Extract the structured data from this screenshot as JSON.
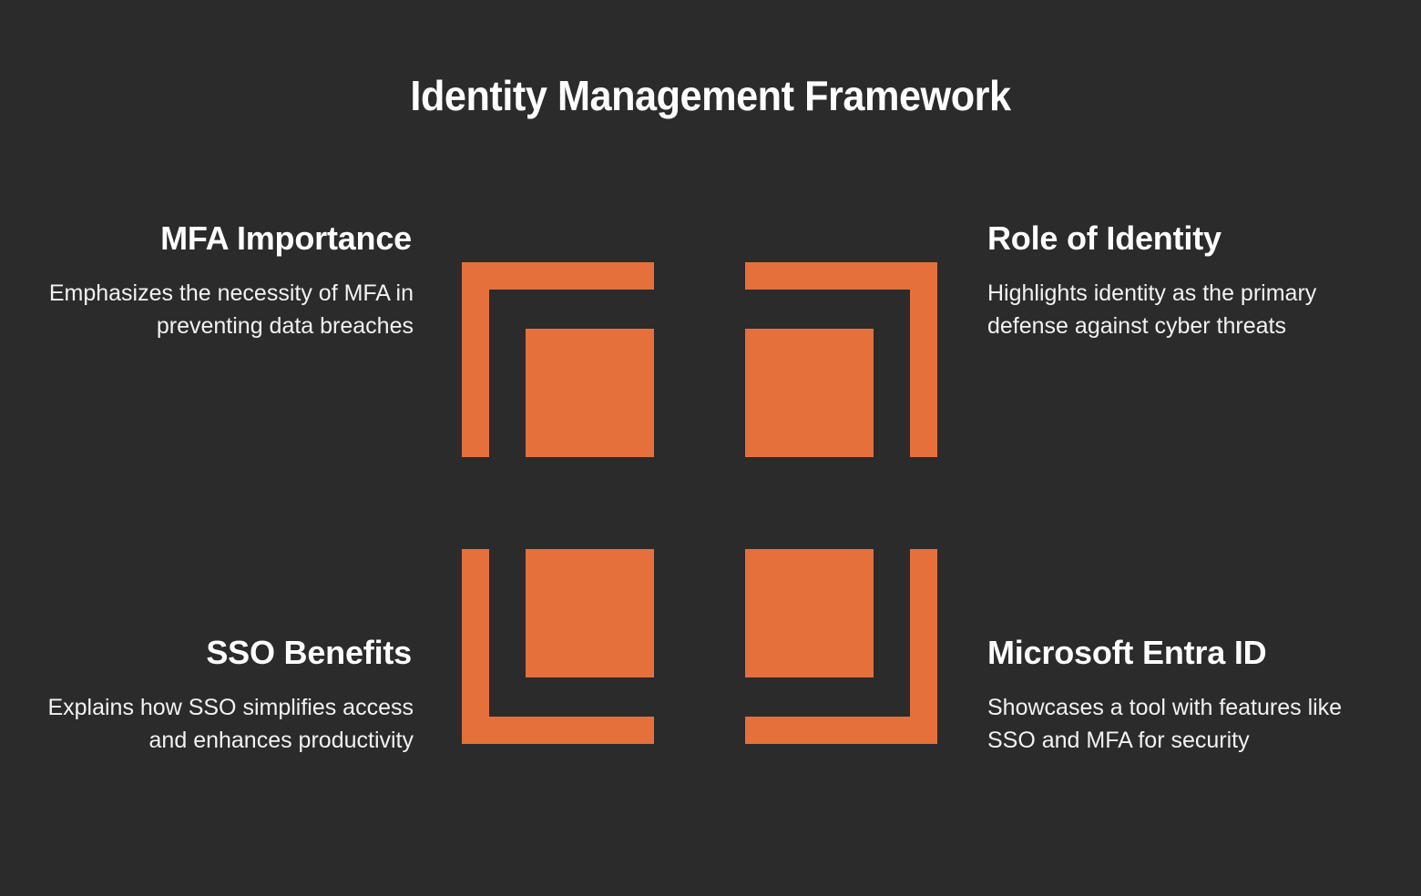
{
  "slide": {
    "title": "Identity Management Framework",
    "background_color": "#2b2b2b",
    "accent_color": "#e5703b",
    "text_color": "#ffffff"
  },
  "quadrants": {
    "top_left": {
      "heading": "MFA Importance",
      "description": "Emphasizes the necessity of MFA in preventing data breaches",
      "icon": "corner-bracket-top-left-icon"
    },
    "top_right": {
      "heading": "Role of Identity",
      "description": "Highlights identity as the primary defense against cyber threats",
      "icon": "corner-bracket-top-right-icon"
    },
    "bottom_left": {
      "heading": "SSO Benefits",
      "description": "Explains how SSO simplifies access and enhances productivity",
      "icon": "corner-bracket-bottom-left-icon"
    },
    "bottom_right": {
      "heading": "Microsoft Entra ID",
      "description": "Showcases a tool with features like SSO and MFA for security",
      "icon": "corner-bracket-bottom-right-icon"
    }
  }
}
